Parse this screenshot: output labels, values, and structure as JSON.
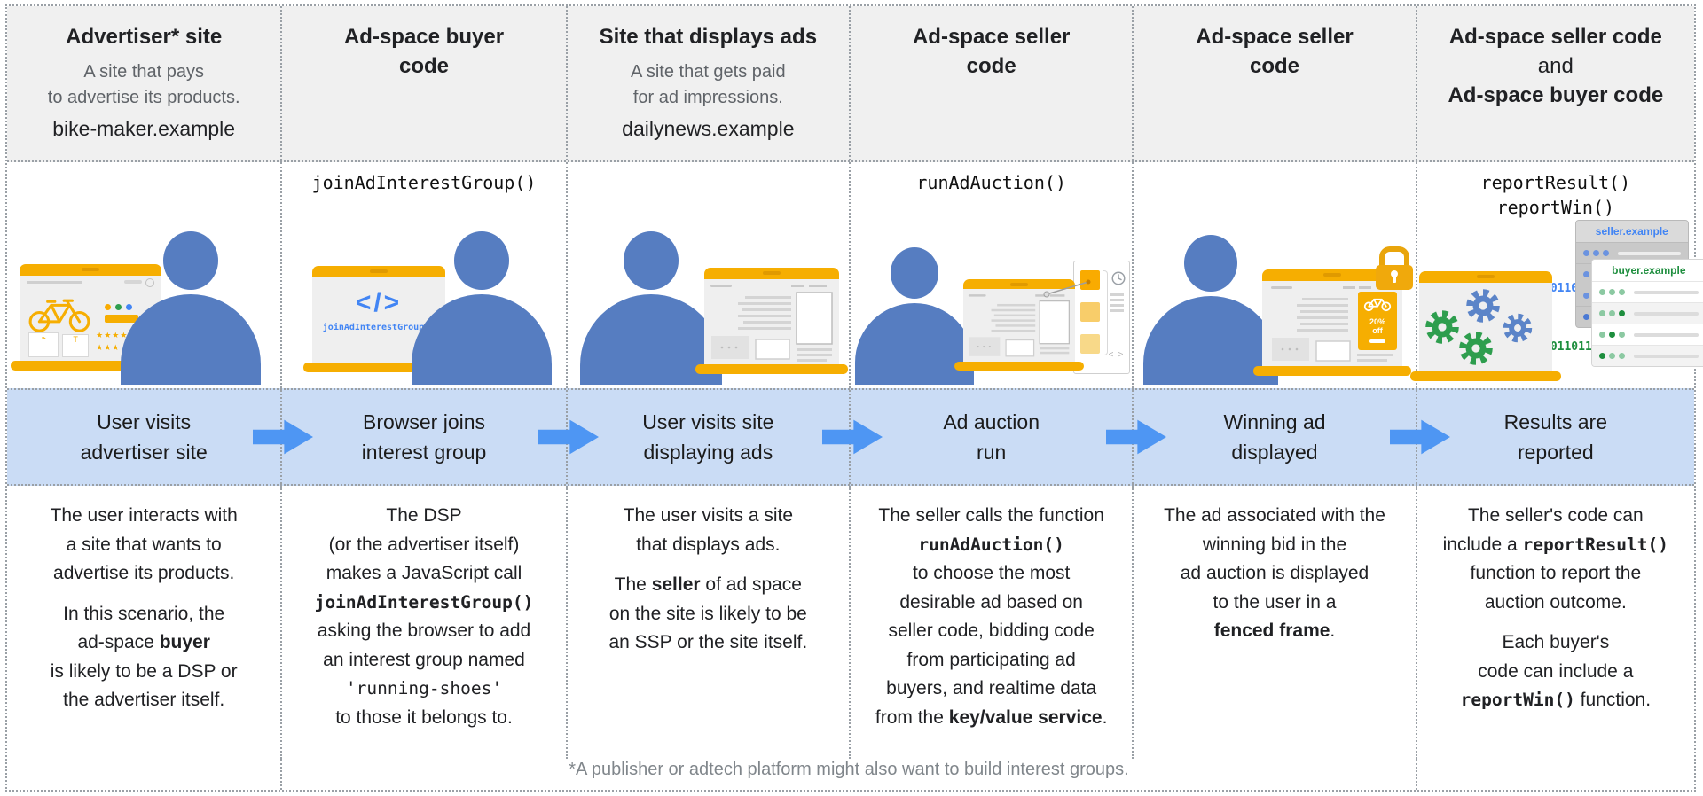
{
  "colors": {
    "gold": "#f6ae01",
    "person_blue": "#567dc1",
    "code_blue": "#4285f4",
    "green": "#2e9e4e",
    "band_bg": "#cadcf5",
    "arrow_blue": "#4e96f3",
    "header_bg": "#f0f0f0",
    "border_gray": "#9aa0a6",
    "subtitle_gray": "#5f6368",
    "footnote_gray": "#80868b"
  },
  "columns": [
    {
      "header": {
        "title_segments": [
          {
            "t": "Advertiser* site",
            "b": true
          }
        ],
        "subtitle": "A site that pays\nto advertise its products.",
        "domain": "bike-maker.example"
      },
      "step": "User visits\nadvertiser site",
      "description": [
        [
          {
            "t": "The user interacts with\na site that wants to\nadvertise its products."
          }
        ],
        [
          {
            "t": "In this scenario, the\nad-space "
          },
          {
            "t": "buyer",
            "b": true
          },
          {
            "t": "\nis likely to be a DSP or\nthe advertiser itself."
          }
        ]
      ]
    },
    {
      "header": {
        "title_segments": [
          {
            "t": "Ad-space buyer\ncode",
            "b": true
          }
        ]
      },
      "code_caption": "joinAdInterestGroup()",
      "step": "Browser joins\ninterest group",
      "description": [
        [
          {
            "t": "The DSP\n(or the advertiser itself)\nmakes a JavaScript call\n"
          },
          {
            "t": "joinAdInterestGroup()",
            "b": true,
            "m": true
          },
          {
            "t": "\nasking the browser to add\nan interest group named\n"
          },
          {
            "t": "'running-shoes'",
            "m": true
          },
          {
            "t": "\nto those it belongs to."
          }
        ]
      ]
    },
    {
      "header": {
        "title_segments": [
          {
            "t": "Site that displays ads",
            "b": true
          }
        ],
        "subtitle": "A site that gets paid\nfor ad impressions.",
        "domain": "dailynews.example"
      },
      "step": "User visits site\ndisplaying ads",
      "description": [
        [
          {
            "t": "The user visits a site\nthat displays ads."
          }
        ],
        [
          {
            "t": "The "
          },
          {
            "t": "seller",
            "b": true
          },
          {
            "t": " of ad space\non the site is likely to be\nan SSP or the site itself."
          }
        ]
      ]
    },
    {
      "header": {
        "title_segments": [
          {
            "t": "Ad-space seller\ncode",
            "b": true
          }
        ]
      },
      "code_caption": "runAdAuction()",
      "step": "Ad auction\nrun",
      "description": [
        [
          {
            "t": "The seller calls the function\n"
          },
          {
            "t": "runAdAuction()",
            "b": true,
            "m": true
          },
          {
            "t": "\nto choose the most\ndesirable ad based on\nseller code, bidding code\nfrom participating ad\nbuyers, and realtime data\nfrom the "
          },
          {
            "t": "key/value service",
            "b": true
          },
          {
            "t": "."
          }
        ]
      ]
    },
    {
      "header": {
        "title_segments": [
          {
            "t": "Ad-space seller\ncode",
            "b": true
          }
        ]
      },
      "step": "Winning ad\ndisplayed",
      "description": [
        [
          {
            "t": "The ad associated with the\nwinning bid in the\nad auction is displayed\nto the user in a\n"
          },
          {
            "t": "fenced frame",
            "b": true
          },
          {
            "t": "."
          }
        ]
      ]
    },
    {
      "header": {
        "title_segments": [
          {
            "t": "Ad-space seller code",
            "b": true
          },
          {
            "t": "\nand\n"
          },
          {
            "t": "Ad-space buyer code",
            "b": true
          }
        ]
      },
      "code_caption": "reportResult()\nreportWin()",
      "step": "Results are\nreported",
      "description": [
        [
          {
            "t": "The seller's code can\ninclude a "
          },
          {
            "t": "reportResult()",
            "b": true,
            "m": true
          },
          {
            "t": "\nfunction to report the\nauction outcome."
          }
        ],
        [
          {
            "t": "Each buyer's\ncode can include a\n"
          },
          {
            "t": "reportWin()",
            "b": true,
            "m": true
          },
          {
            "t": " function."
          }
        ]
      ]
    }
  ],
  "icons": {
    "buyer_laptop": {
      "code_symbol": "</>",
      "code_text": "joinAdInterestGroup()"
    },
    "winning_ad": {
      "ad_text": "20%\noff"
    },
    "reporting": {
      "binary_top": "0110111",
      "binary_bottom": "011011110",
      "seller_server": "seller.example",
      "buyer_server": "buyer.example"
    }
  },
  "footnote": "*A publisher or adtech platform might also want to build interest groups."
}
